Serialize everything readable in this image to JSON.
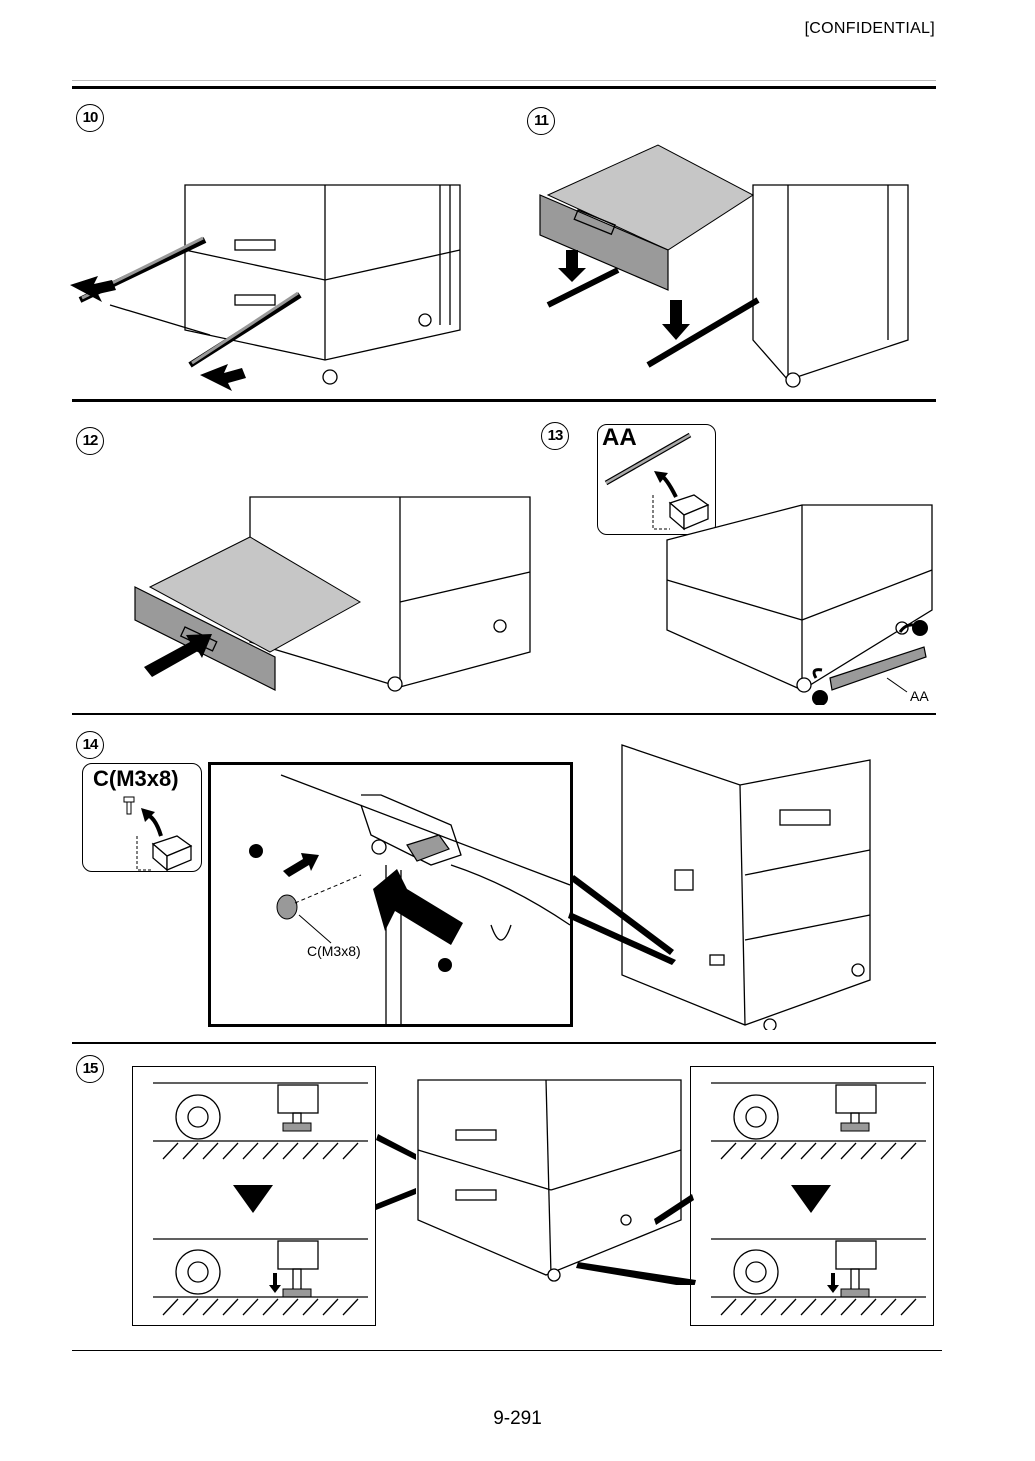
{
  "header": {
    "confidential": "[CONFIDENTIAL]"
  },
  "steps": [
    {
      "number": "10"
    },
    {
      "number": "11"
    },
    {
      "number": "12"
    },
    {
      "number": "13",
      "box_label": "AA",
      "callout": "AA"
    },
    {
      "number": "14",
      "box_label": "C(M3x8)",
      "callout": "C(M3x8)"
    },
    {
      "number": "15"
    }
  ],
  "footer": {
    "page_number": "9-291"
  }
}
